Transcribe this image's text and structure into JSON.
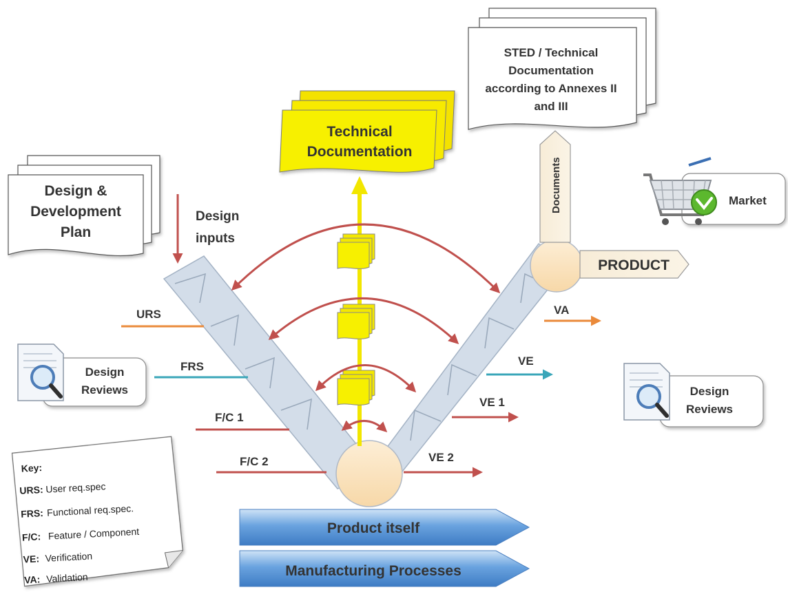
{
  "plan_doc": {
    "line1": "Design &",
    "line2": "Development",
    "line3": "Plan"
  },
  "design_inputs": {
    "line1": "Design",
    "line2": "inputs"
  },
  "tech_doc": {
    "line1": "Technical",
    "line2": "Documentation"
  },
  "sted_doc": {
    "line1": "STED / Technical",
    "line2": "Documentation",
    "line3": "according to Annexes II",
    "line4": "and III"
  },
  "documents_arrow": "Documents",
  "product_arrow": "PRODUCT",
  "market_label": "Market",
  "left_review": {
    "line1": "Design",
    "line2": "Reviews"
  },
  "right_review": {
    "line1": "Design",
    "line2": "Reviews"
  },
  "left_labels": {
    "urs": "URS",
    "frs": "FRS",
    "fc1": "F/C 1",
    "fc2": "F/C 2"
  },
  "right_labels": {
    "va": "VA",
    "ve": "VE",
    "ve1": "VE 1",
    "ve2": "VE 2"
  },
  "bands": {
    "product": "Product itself",
    "manufacturing": "Manufacturing Processes"
  },
  "key": {
    "title": "Key:",
    "items": [
      {
        "abbr": "URS:",
        "text": "User req.spec"
      },
      {
        "abbr": "FRS:",
        "text": "Functional req.spec."
      },
      {
        "abbr": "F/C:",
        "text": "Feature / Component"
      },
      {
        "abbr": "VE:",
        "text": "Verification"
      },
      {
        "abbr": "VA:",
        "text": "Validation"
      }
    ]
  },
  "colors": {
    "v_fill": "#d3dde9",
    "v_stroke": "#a3b2c4",
    "circle_fill": "#fbe3c0",
    "doc_yellow": "#f7f000",
    "red_arrow": "#c0504d",
    "orange_arrow": "#ea8a3a",
    "teal_arrow": "#3aa6b9",
    "band_blue": "#4f8fd4"
  }
}
